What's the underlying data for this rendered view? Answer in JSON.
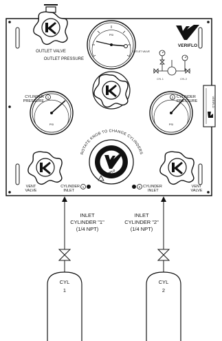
{
  "panel": {
    "outlet_valve_label": "OUTLET VALVE",
    "outlet_pressure_label": "OUTLET PRESSURE",
    "brand": "VERIFLO",
    "outlet_gauge_unit": "PSI",
    "schematic": {
      "outlet_valve_label": "OUTLET VALVE",
      "cyl_1_label": "CYL 1",
      "cyl_2_label": "CYL 2"
    },
    "left_cylinder": {
      "pressure_label_line1": "CYLINDER",
      "pressure_label_line2": "PRESSURE",
      "pressure_marker": "1",
      "gauge_unit": "PSI",
      "vent_label_line1": "VENT",
      "vent_label_line2": "VALVE",
      "inlet_label_line1": "CYLINDER",
      "inlet_label_line2": "INLET",
      "inlet_marker": "1"
    },
    "right_cylinder": {
      "pressure_label_line1": "CYLINDER",
      "pressure_label_line2": "PRESSURE",
      "pressure_marker": "2",
      "gauge_unit": "PSI",
      "vent_label_line1": "VENT",
      "vent_label_line2": "VALVE",
      "inlet_label_line1": "CYLINDER",
      "inlet_label_line2": "INLET",
      "inlet_marker": "2"
    },
    "changeover_text": "ROTATE KNOB TO CHANGE CYLINDERS",
    "changeover_knob_brand": "VERIFLO",
    "side_plate_text": "VERIFLO"
  },
  "inlets": [
    {
      "line1": "INLET",
      "line2": "CYLINDER \"1\"",
      "line3": "(1/4 NPT)"
    },
    {
      "line1": "INLET",
      "line2": "CYLINDER \"2\"",
      "line3": "(1/4 NPT)"
    }
  ],
  "cylinders": [
    {
      "line1": "CYL",
      "line2": "1"
    },
    {
      "line1": "CYL",
      "line2": "2"
    }
  ]
}
